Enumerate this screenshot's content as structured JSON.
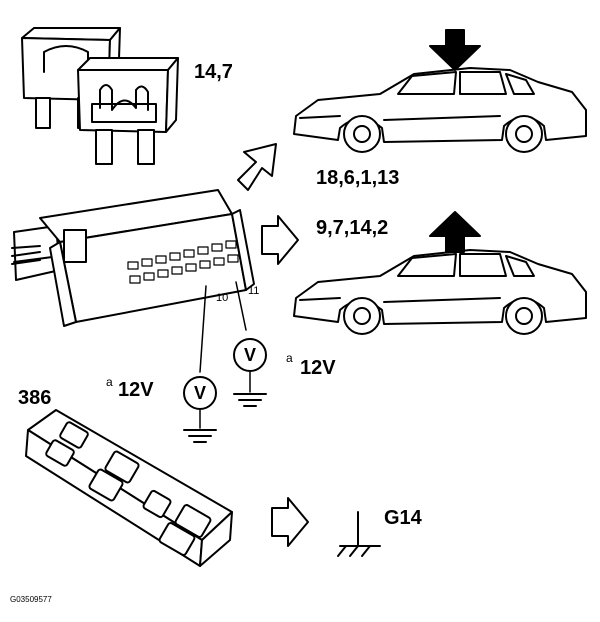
{
  "labels": {
    "fuse_numbers": "14,7",
    "top_car_pins": "18,6,1,13",
    "bottom_car_pins": "9,7,14,2",
    "pin_10": "10",
    "pin_11": "11",
    "note_a_left": "a",
    "voltage_left": "12V",
    "note_a_right": "a",
    "voltage_right": "12V",
    "meter_left": "V",
    "meter_right": "V",
    "component_number": "386",
    "ground_point": "G14",
    "figure_code": "G03509577"
  },
  "colors": {
    "line": "#000000",
    "background": "#ffffff"
  }
}
